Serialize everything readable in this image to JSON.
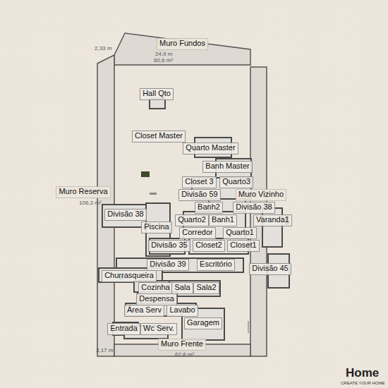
{
  "diagram": {
    "nodes": [
      {
        "text": [
          "Muro Fundos"
        ]
      },
      {
        "text": [
          "Hall Qto"
        ]
      },
      {
        "text": [
          "Closet Master"
        ]
      },
      {
        "text": [
          "Quarto Master"
        ]
      },
      {
        "text": [
          "Banh Master"
        ]
      },
      {
        "text": [
          "Closet 3"
        ]
      },
      {
        "text": [
          "Quarto3"
        ]
      },
      {
        "text": [
          "Muro Reserva"
        ]
      },
      {
        "text": [
          "Divisão 59"
        ]
      },
      {
        "text": [
          "Muro Vizinho"
        ]
      },
      {
        "text": [
          "Banh2"
        ]
      },
      {
        "text": [
          "Divisão 38"
        ]
      },
      {
        "text": [
          "Divisão 38"
        ]
      },
      {
        "text": [
          "Quarto2"
        ]
      },
      {
        "text": [
          "Banh1"
        ]
      },
      {
        "text": [
          "Varanda1"
        ]
      },
      {
        "text": [
          "Piscina"
        ]
      },
      {
        "text": [
          "Corredor"
        ]
      },
      {
        "text": [
          "Quarto1"
        ]
      },
      {
        "text": [
          "Divisão 35"
        ]
      },
      {
        "text": [
          "Closet2"
        ]
      },
      {
        "text": [
          "Closet1"
        ]
      },
      {
        "text": [
          "Divisão 39"
        ]
      },
      {
        "text": [
          "Escritório"
        ]
      },
      {
        "text": [
          "Divisão 45"
        ]
      },
      {
        "text": [
          "Churrasqueira"
        ]
      },
      {
        "text": [
          "Cozinha"
        ]
      },
      {
        "text": [
          "Sala"
        ]
      },
      {
        "text": [
          "Sala2"
        ]
      },
      {
        "text": [
          "Despensa"
        ]
      },
      {
        "text": [
          "Área Serv"
        ]
      },
      {
        "text": [
          "Lavabo"
        ]
      },
      {
        "text": [
          "Garagem"
        ]
      },
      {
        "text": [
          "Entrada"
        ]
      },
      {
        "text": [
          "Wc Serv."
        ]
      },
      {
        "text": [
          "Muro Frente"
        ]
      }
    ],
    "labels": [
      "2,33 m",
      "24,9 m",
      "60,6 m²",
      "106,3 m²",
      "3,17 m",
      "62,8 m²",
      "Home",
      "CREATE YOUR HOME"
    ]
  }
}
